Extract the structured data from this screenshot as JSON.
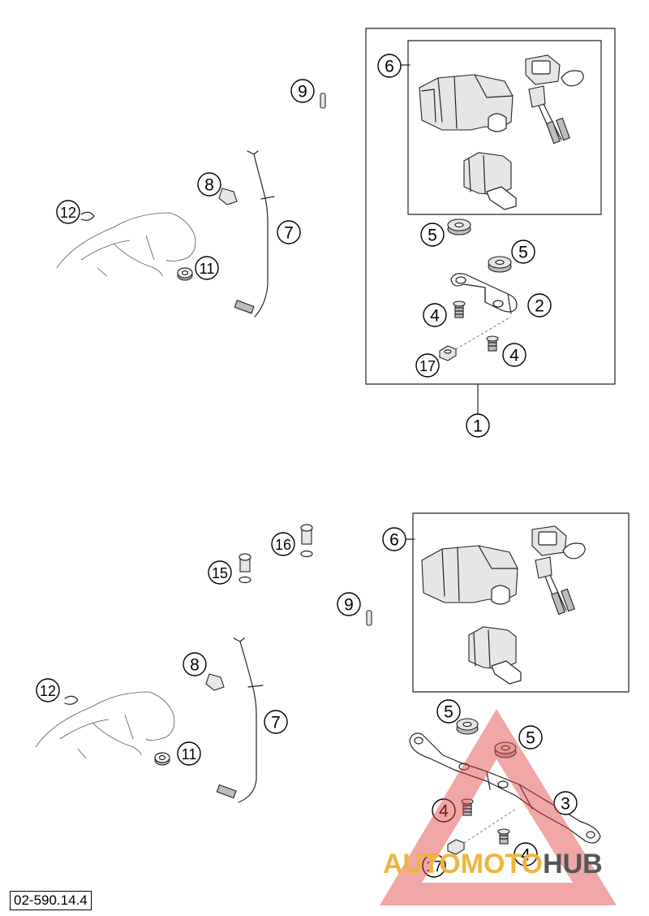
{
  "callouts": {
    "top": [
      "6",
      "9",
      "8",
      "12",
      "7",
      "11",
      "5",
      "5",
      "2",
      "4",
      "4",
      "17",
      "1"
    ],
    "bottom": [
      "6",
      "16",
      "15",
      "9",
      "8",
      "12",
      "7",
      "11",
      "5",
      "5",
      "3",
      "4",
      "4",
      "17"
    ]
  },
  "reference_code": "02-590.14.4",
  "watermark": {
    "part_a": "AUTOMOTO",
    "part_b": "HUB",
    "color_a": "#f0b43c",
    "color_b": "#555555",
    "triangle_color": "#e23c3c"
  }
}
